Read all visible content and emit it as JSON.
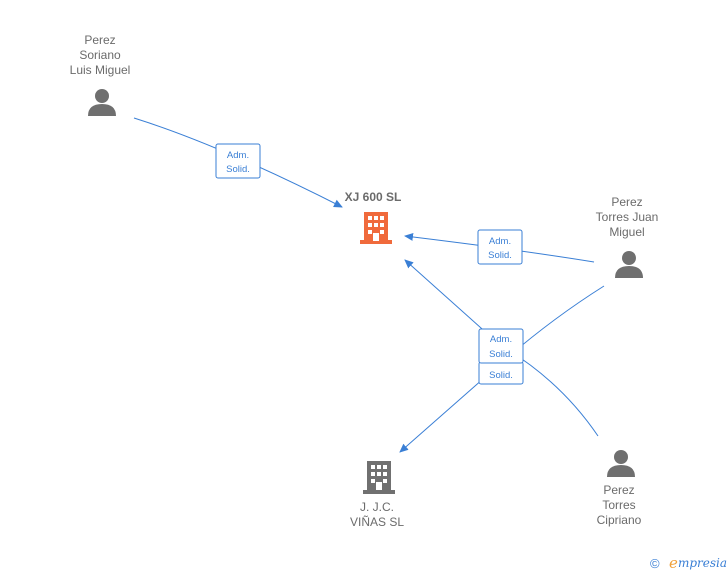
{
  "nodes": {
    "perez_soriano": {
      "line1": "Perez",
      "line2": "Soriano",
      "line3": "Luis Miguel",
      "icon": "person-icon"
    },
    "perez_torres_juan": {
      "line1": "Perez",
      "line2": "Torres Juan",
      "line3": "Miguel",
      "icon": "person-icon"
    },
    "perez_torres_cipriano": {
      "line1": "Perez",
      "line2": "Torres",
      "line3": "Cipriano",
      "icon": "person-icon"
    },
    "xj600": {
      "line1": "XJ 600  SL",
      "icon": "building-icon",
      "color": "#f06a3c"
    },
    "jjc_vinas": {
      "line1": "J. J.C.",
      "line2": "VIÑAS  SL",
      "icon": "building-icon",
      "color": "#707070"
    }
  },
  "edges": {
    "soriano_to_xj600": {
      "line1": "Adm.",
      "line2": "Solid."
    },
    "juan_to_xj600": {
      "line1": "Adm.",
      "line2": "Solid."
    },
    "cipriano_to_xj600": {
      "line1": "Adm.",
      "line2": "Solid."
    },
    "cipriano_to_jjc": {
      "line1": "Solid."
    }
  },
  "footer": {
    "copyright": "©",
    "brand_initial": "e",
    "brand_rest": "mpresia"
  },
  "colors": {
    "edge": "#3a7fd5",
    "text": "#6b6b6b"
  }
}
